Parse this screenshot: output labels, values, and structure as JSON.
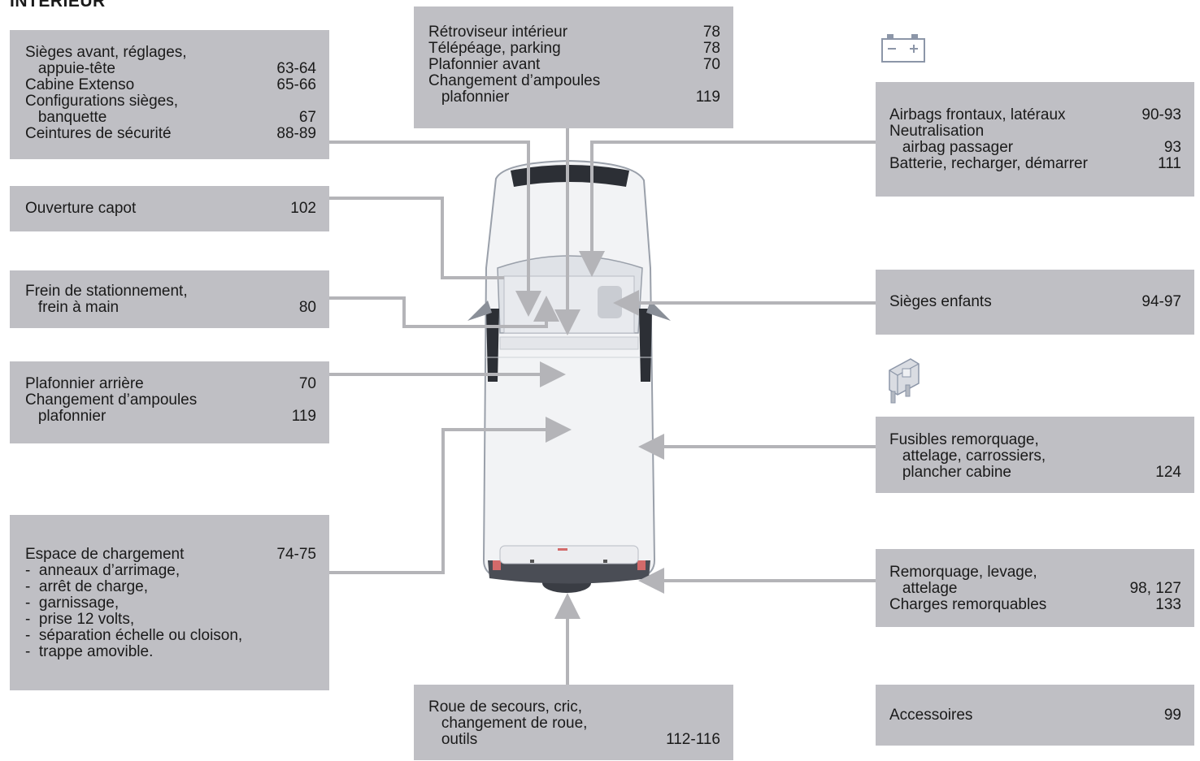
{
  "page": {
    "title": "INTÉRIEUR"
  },
  "boxes": {
    "seats": [
      {
        "label": "Sièges avant, réglages,",
        "page": ""
      },
      {
        "label": "   appuie-tête",
        "page": "63-64"
      },
      {
        "label": "Cabine Extenso",
        "page": "65-66"
      },
      {
        "label": "Configurations sièges,",
        "page": ""
      },
      {
        "label": "   banquette",
        "page": "67"
      },
      {
        "label": "Ceintures de sécurité",
        "page": "88-89"
      }
    ],
    "bonnet": [
      {
        "label": "Ouverture capot",
        "page": "102"
      }
    ],
    "brake": [
      {
        "label": "Frein de stationnement,",
        "page": ""
      },
      {
        "label": "   frein à main",
        "page": "80"
      }
    ],
    "rear_light": [
      {
        "label": "Plafonnier arrière",
        "page": "70"
      },
      {
        "label": "Changement d’ampoules",
        "page": ""
      },
      {
        "label": "   plafonnier",
        "page": "119"
      }
    ],
    "cargo": [
      {
        "label": "Espace de chargement",
        "page": "74-75"
      },
      {
        "label": "-  anneaux d’arrimage,",
        "page": ""
      },
      {
        "label": "-  arrêt de charge,",
        "page": ""
      },
      {
        "label": "-  garnissage,",
        "page": ""
      },
      {
        "label": "-  prise 12 volts,",
        "page": ""
      },
      {
        "label": "-  séparation échelle ou cloison,",
        "page": ""
      },
      {
        "label": "-  trappe amovible.",
        "page": ""
      }
    ],
    "mirror": [
      {
        "label": "Rétroviseur intérieur",
        "page": "78"
      },
      {
        "label": "Télépéage, parking",
        "page": "78"
      },
      {
        "label": "Plafonnier avant",
        "page": "70"
      },
      {
        "label": "Changement d’ampoules",
        "page": ""
      },
      {
        "label": "   plafonnier",
        "page": "119"
      }
    ],
    "spare_wheel": [
      {
        "label": "Roue de secours, cric,",
        "page": ""
      },
      {
        "label": "   changement de roue,",
        "page": ""
      },
      {
        "label": "   outils",
        "page": "112-116"
      }
    ],
    "airbags": [
      {
        "label": "Airbags frontaux, latéraux",
        "page": "90-93"
      },
      {
        "label": "Neutralisation",
        "page": ""
      },
      {
        "label": "   airbag passager",
        "page": "93"
      },
      {
        "label": "Batterie, recharger, démarrer",
        "page": "111"
      }
    ],
    "child_seats": [
      {
        "label": "Sièges enfants",
        "page": "94-97"
      }
    ],
    "fuses": [
      {
        "label": "Fusibles remorquage,",
        "page": ""
      },
      {
        "label": "   attelage, carrossiers,",
        "page": ""
      },
      {
        "label": "   plancher cabine",
        "page": "124"
      }
    ],
    "towing": [
      {
        "label": "Remorquage, levage,",
        "page": ""
      },
      {
        "label": "   attelage",
        "page": "98, 127"
      },
      {
        "label": "Charges remorquables",
        "page": "133"
      }
    ],
    "accessories": [
      {
        "label": "Accessoires",
        "page": "99"
      }
    ]
  },
  "icons": [
    "battery-icon",
    "fuse-icon",
    "van-top-view-illustration"
  ],
  "colors": {
    "box_bg": "#bfbfc4",
    "leader": "#b4b4b8",
    "van_body": "#f2f3f5"
  }
}
